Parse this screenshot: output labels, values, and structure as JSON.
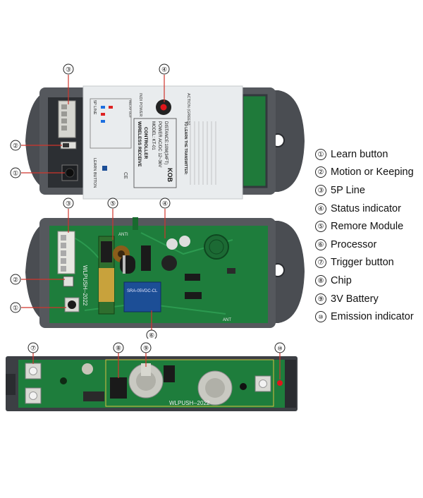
{
  "callouts": {
    "c1": "①",
    "c2": "②",
    "c3": "③",
    "c4": "④",
    "c5": "⑤",
    "c6": "⑥",
    "c7": "⑦",
    "c8": "⑧",
    "c9": "⑨",
    "c10": "⑩"
  },
  "legend": [
    {
      "num": "①",
      "label": "Learn button"
    },
    {
      "num": "②",
      "label": "Motion or Keeping"
    },
    {
      "num": "③",
      "label": "5P Line"
    },
    {
      "num": "④",
      "label": "Status indicator"
    },
    {
      "num": "⑤",
      "label": "Remore Module"
    },
    {
      "num": "⑥",
      "label": "Processor"
    },
    {
      "num": "⑦",
      "label": "Trigger button"
    },
    {
      "num": "⑧",
      "label": "Chip"
    },
    {
      "num": "⑨",
      "label": "3V Battery"
    },
    {
      "num": "⑩",
      "label": "Emission indicator"
    }
  ],
  "receiver_label": {
    "header_1": "WIRELESS RECEIVE",
    "header_2": "CONTROLLER",
    "model": "MODEL: KT-01",
    "power": "POWER AC/DC 12~36V",
    "distance": "DISTANCE:10M(34FT)",
    "brand": "KOB",
    "learn_button": "LEARN BUTTON",
    "five_p_line": "5P LINE",
    "indi_power": "INDI POWER",
    "action_green": "ACTION (GREEN)",
    "relay_out": "RELAY OUT",
    "instructions_title": "TO LEARN THE TRANSMITTER:",
    "ce": "CE"
  },
  "board_text": {
    "receiver_pcb": "WLPUSH--2022",
    "transmitter_pcb": "WLPUSH--2022",
    "relay": "SRA-05VDC-CL",
    "anti": "ANTI",
    "ant": "ANT"
  },
  "colors": {
    "pcb_green": "#1e7d3c",
    "housing_gray": "#4a4d52",
    "label_bg": "#e9ecee",
    "relay_blue": "#1c4e96",
    "led_red": "#e0161c"
  }
}
